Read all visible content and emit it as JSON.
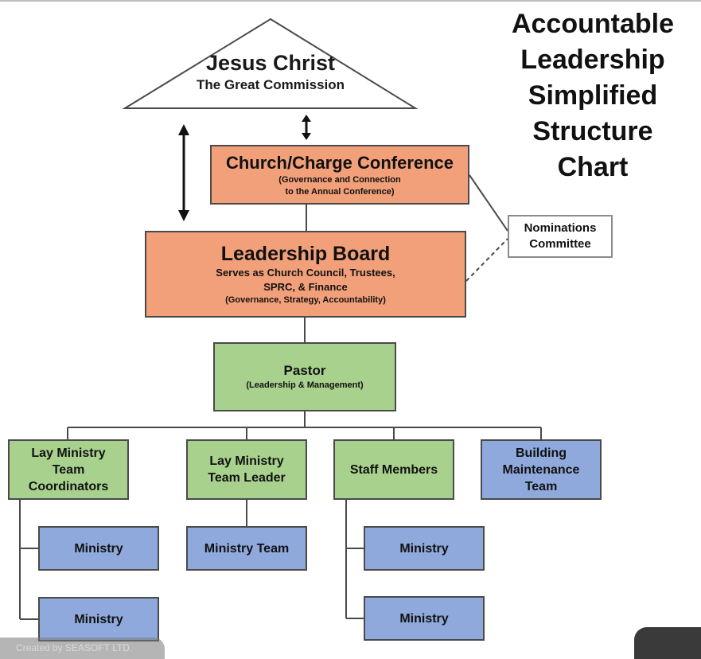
{
  "title": [
    "Accountable",
    "Leadership",
    "Simplified",
    "Structure",
    "Chart"
  ],
  "apex": {
    "title": "Jesus Christ",
    "subtitle": "The Great Commission"
  },
  "conference": {
    "title": "Church/Charge Conference",
    "sub": [
      "(Governance and Connection",
      "to the Annual Conference)"
    ]
  },
  "nominations": {
    "lines": [
      "Nominations",
      "Committee"
    ]
  },
  "board": {
    "title": "Leadership Board",
    "sub": [
      "Serves as Church Council, Trustees,",
      "SPRC, & Finance"
    ],
    "note": "(Governance, Strategy, Accountability)"
  },
  "pastor": {
    "title": "Pastor",
    "sub": "(Leadership & Management)"
  },
  "row": {
    "coordinators": [
      "Lay Ministry",
      "Team",
      "Coordinators"
    ],
    "team_leader": [
      "Lay Ministry",
      "Team Leader"
    ],
    "staff": "Staff Members",
    "building": [
      "Building",
      "Maintenance",
      "Team"
    ]
  },
  "ministries": {
    "coord_1": "Ministry",
    "coord_2": "Ministry",
    "team": "Ministry Team",
    "staff_1": "Ministry",
    "staff_2": "Ministry"
  },
  "watermark": "Created by SEASOFT LTD."
}
